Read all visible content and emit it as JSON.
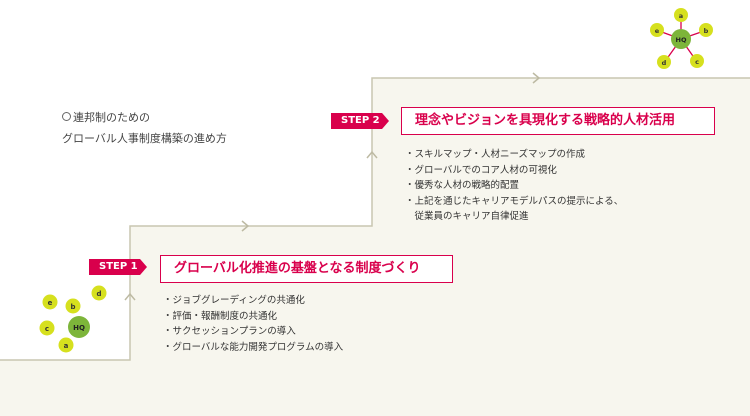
{
  "colors": {
    "accent": "#d9004c",
    "stair_fill": "#f7f6ee",
    "stair_line": "#c9c6b0",
    "node_yellow": "#d6e01e",
    "node_green": "#7db53a",
    "spoke": "#d9004c"
  },
  "intro": {
    "line1": "連邦制のための",
    "line2": "グローバル人事制度構築の進め方"
  },
  "step1": {
    "tag": "STEP 1",
    "title": "グローバル化推進の基盤となる制度づくり",
    "items": [
      "・ジョブグレーディングの共通化",
      "・評価・報酬制度の共通化",
      "・サクセッションプランの導入",
      "・グローバルな能力開発プログラムの導入"
    ]
  },
  "step2": {
    "tag": "STEP 2",
    "title": "理念やビジョンを具現化する戦略的人材活用",
    "items": [
      "・スキルマップ・人材ニーズマップの作成",
      "・グローバルでのコア人材の可視化",
      "・優秀な人材の戦略的配置",
      "・上記を通じたキャリアモデルパスの提示による、",
      "　従業員のキャリア自律促進"
    ]
  },
  "network1": {
    "hub": "HQ",
    "nodes": [
      "a",
      "b",
      "c",
      "d",
      "e"
    ]
  },
  "network2": {
    "hub": "HQ",
    "nodes": [
      "a",
      "b",
      "c",
      "d",
      "e"
    ]
  }
}
